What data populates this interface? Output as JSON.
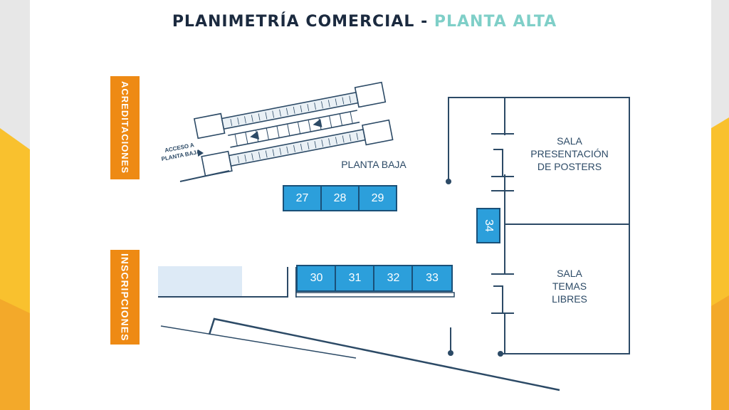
{
  "title": {
    "main": "PLANIMETRÍA COMERCIAL",
    "separator": "-",
    "accent": "PLANTA ALTA"
  },
  "tabs": {
    "acreditaciones": "ACREDITACIONES",
    "inscripciones": "INSCRIPCIONES"
  },
  "labels": {
    "planta_baja": "PLANTA BAJA",
    "acceso_line1": "ACCESO A",
    "acceso_line2": "PLANTA BAJA",
    "sala_posters": [
      "SALA",
      "PRESENTACIÓN",
      "DE POSTERS"
    ],
    "sala_temas": [
      "SALA",
      "TEMAS",
      "LIBRES"
    ]
  },
  "booths": {
    "b27": "27",
    "b28": "28",
    "b29": "29",
    "b30": "30",
    "b31": "31",
    "b32": "32",
    "b33": "33",
    "b34": "34"
  },
  "colors": {
    "booth": "#2c9fdb",
    "outline": "#2c4a66",
    "tab": "#ee8a14",
    "accent": "#7fcfc8",
    "title": "#1b2a3f",
    "yellow": "#f7b82e",
    "gray": "#e6e6e6"
  }
}
